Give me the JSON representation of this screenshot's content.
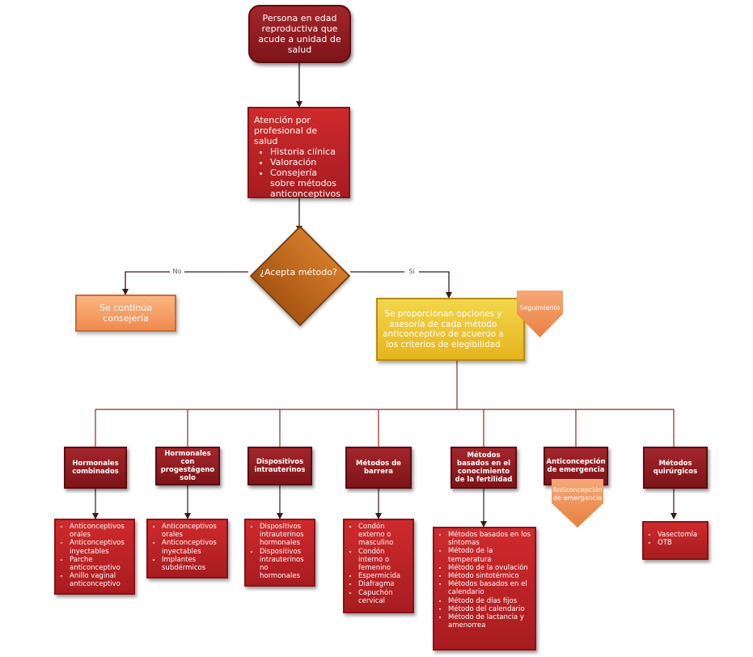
{
  "start": "Persona en edad reproductiva que acude a unidad de salud",
  "attention": {
    "title": "Atención por profesional de salud",
    "items": [
      "Historia clínica",
      "Valoración",
      "Consejería sobre métodos anticonceptivos"
    ]
  },
  "decision": "¿Acepta método?",
  "branch_no": "No",
  "branch_yes": "Sí",
  "no_result": "Se continúa consejería",
  "options": "Se proporcionan opciones y asesoría de cada método anticonceptivo de acuerdo a los criterios de elegibilidad",
  "followup": "Seguimiento",
  "emergency_note": "Anticoncepción de emergencia",
  "categories": [
    {
      "title": "Hormonales combinados",
      "items": [
        "Anticonceptivos orales",
        "Anticonceptivos inyectables",
        "Parche anticonceptivo",
        "Anillo vaginal anticonceptivo"
      ]
    },
    {
      "title": "Hormonales con progestágeno solo",
      "items": [
        "Anticonceptivos orales",
        "Anticonceptivos inyectables",
        "Implantes subdérmicos"
      ]
    },
    {
      "title": "Dispositivos intrauterinos",
      "items": [
        "Dispositivos intrauterinos hormonales",
        "Dispositivos intrauterinos no hormonales"
      ]
    },
    {
      "title": "Métodos de barrera",
      "items": [
        "Condón externo o masculino",
        "Condón interno o femenino",
        "Espermicida",
        "Diafragma",
        "Capuchón cervical"
      ]
    },
    {
      "title": "Métodos basados en el conocimiento de la fertilidad",
      "items": [
        "Métodos basados en los síntomas",
        "Método de la temperatura",
        "Método de la ovulación",
        "Método sintotérmico",
        "Métodos basados en el calendario",
        "Método de días fijos",
        "Método del calendario",
        "Método de lactancia y amenorrea"
      ]
    },
    {
      "title": "Anticoncepción de emergencia",
      "items": []
    },
    {
      "title": "Métodos quirúrgicos",
      "items": [
        "Vasectomía",
        "OTB"
      ]
    }
  ]
}
